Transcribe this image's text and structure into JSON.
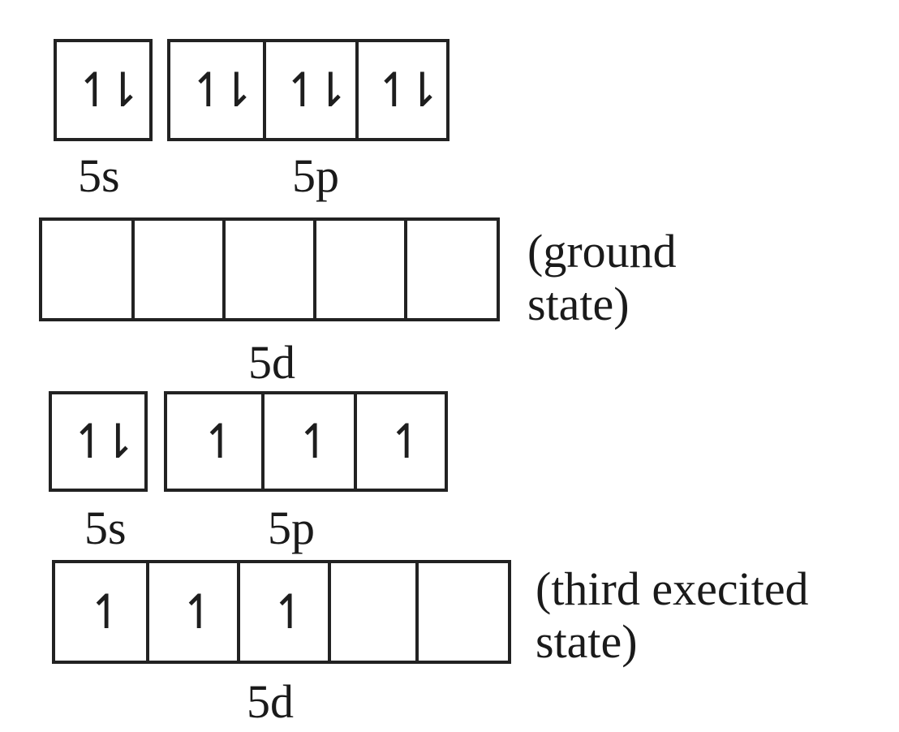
{
  "rows": {
    "ground": {
      "s": {
        "label": "5s",
        "orbitals": [
          "↿⇂"
        ]
      },
      "p": {
        "label": "5p",
        "orbitals": [
          "↿⇂",
          "↿⇂",
          "↿⇂"
        ]
      },
      "d": {
        "label": "5d",
        "orbitals": [
          "",
          "",
          "",
          "",
          ""
        ]
      },
      "state": [
        "(ground",
        "state)"
      ]
    },
    "excited": {
      "s": {
        "label": "5s",
        "orbitals": [
          "↿⇂"
        ]
      },
      "p": {
        "label": "5p",
        "orbitals": [
          "↿",
          "↿",
          "↿"
        ]
      },
      "d": {
        "label": "5d",
        "orbitals": [
          "↿",
          "↿",
          "↿",
          "",
          ""
        ]
      },
      "state": [
        "(third execited",
        "state)"
      ]
    }
  }
}
